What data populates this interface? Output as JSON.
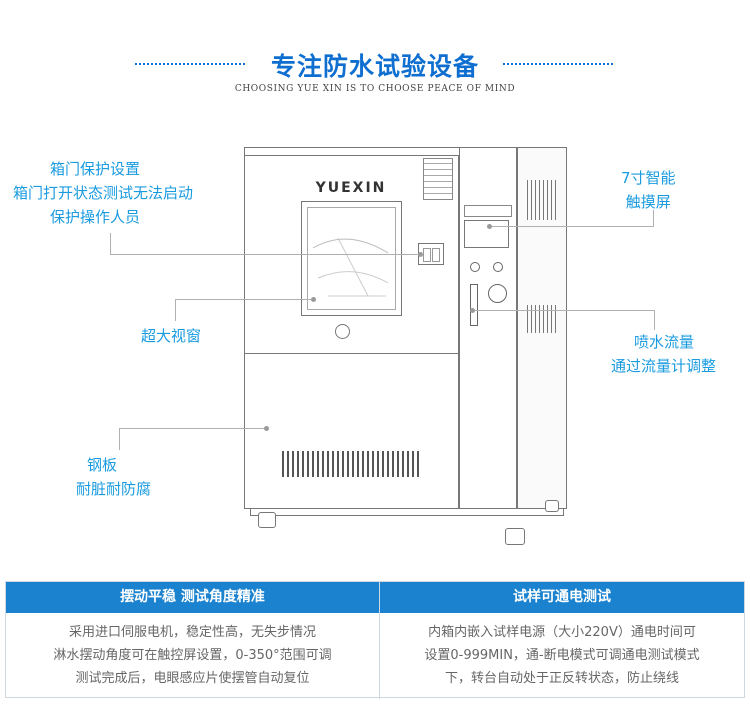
{
  "header": {
    "title": "专注防水试验设备",
    "subtitle": "CHOOSING YUE XIN IS TO CHOOSE PEACE OF MIND"
  },
  "machine": {
    "brand": "YUEXIN"
  },
  "callouts": {
    "door_protect": [
      "箱门保护设置",
      "箱门打开状态测试无法启动",
      "保护操作人员"
    ],
    "window": "超大视窗",
    "steel": [
      "钢板",
      "耐脏耐防腐"
    ],
    "touch": [
      "7寸智能",
      "触摸屏"
    ],
    "flow": [
      "喷水流量",
      "通过流量计调整"
    ]
  },
  "table": {
    "headers": [
      "摆动平稳 测试角度精准",
      "试样可通电测试"
    ],
    "cells": [
      [
        "采用进口伺服电机，稳定性高，无失步情况",
        "淋水摆动角度可在触控屏设置，0-350°范围可调",
        "测试完成后，电眼感应片使摆管自动复位"
      ],
      [
        "内箱内嵌入试样电源（大小220V）通电时间可",
        "设置0-999MIN，通-断电模式可调通电测试模式",
        "下，转台自动处于正反转状态，防止绕线"
      ]
    ]
  }
}
